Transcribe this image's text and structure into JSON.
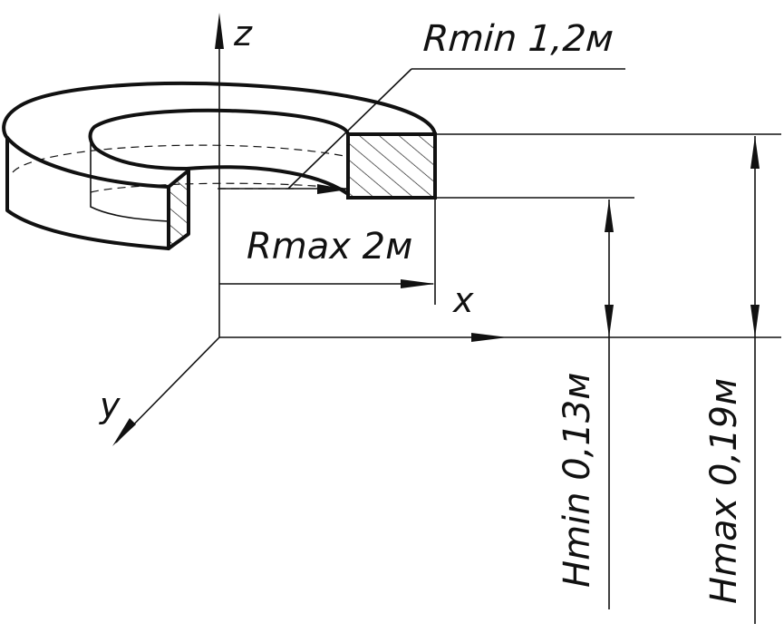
{
  "diagram": {
    "labels": {
      "axis_z": "z",
      "axis_x": "x",
      "axis_y": "y",
      "r_min": "Rmin 1,2м",
      "r_max": "Rmax 2м",
      "h_min": "Hmin 0,13м",
      "h_max": "Hmax 0,19м"
    },
    "colors": {
      "ink": "#111111",
      "background": "#ffffff"
    }
  }
}
